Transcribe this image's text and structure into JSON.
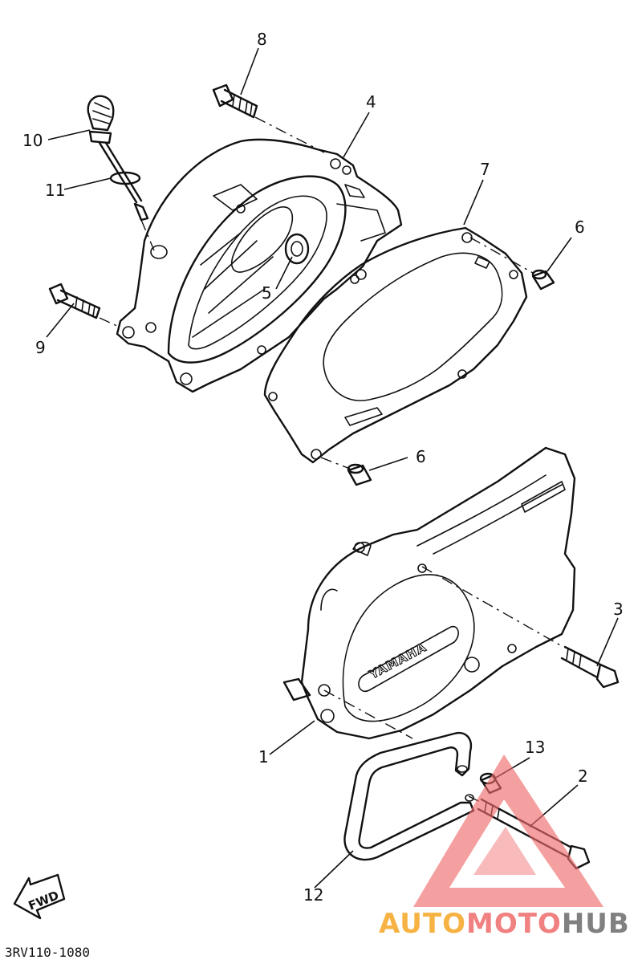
{
  "labels": {
    "p1": "1",
    "p2": "2",
    "p3": "3",
    "p4": "4",
    "p5": "5",
    "p6a": "6",
    "p6b": "6",
    "p7": "7",
    "p8": "8",
    "p9": "9",
    "p10": "10",
    "p11": "11",
    "p12": "12",
    "p13": "13"
  },
  "diagram_code": "3RV110-1080",
  "cover_logo": "YAMAHA",
  "fwd_arrow": "FWD",
  "watermark": {
    "part1": "AUTO",
    "part2": "MOTO",
    "part3": "HUB"
  },
  "colors": {
    "ink": "#111111",
    "watermark_orange": "#f5a623",
    "watermark_red": "#ef6b6b",
    "watermark_gray": "#6b6b6b"
  }
}
